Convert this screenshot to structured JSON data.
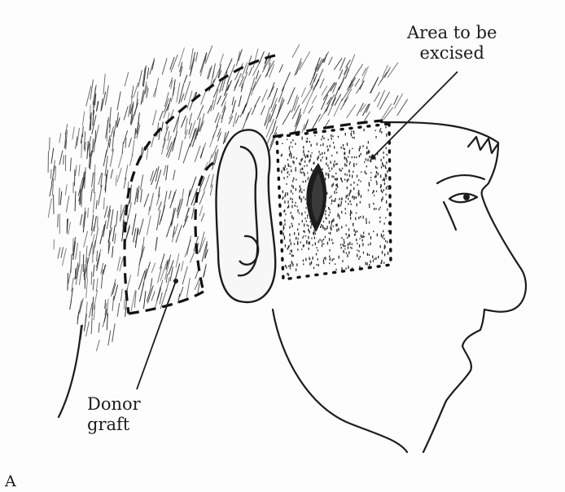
{
  "annotations": {
    "area_to_excise": "Area to be\nexcised",
    "donor_graft": "Donor\ngraft"
  },
  "panel_letter": "A",
  "colors": {
    "ink": "#1c1c1c",
    "paper": "#fdfdfd",
    "skin": "#f7f7f7"
  }
}
